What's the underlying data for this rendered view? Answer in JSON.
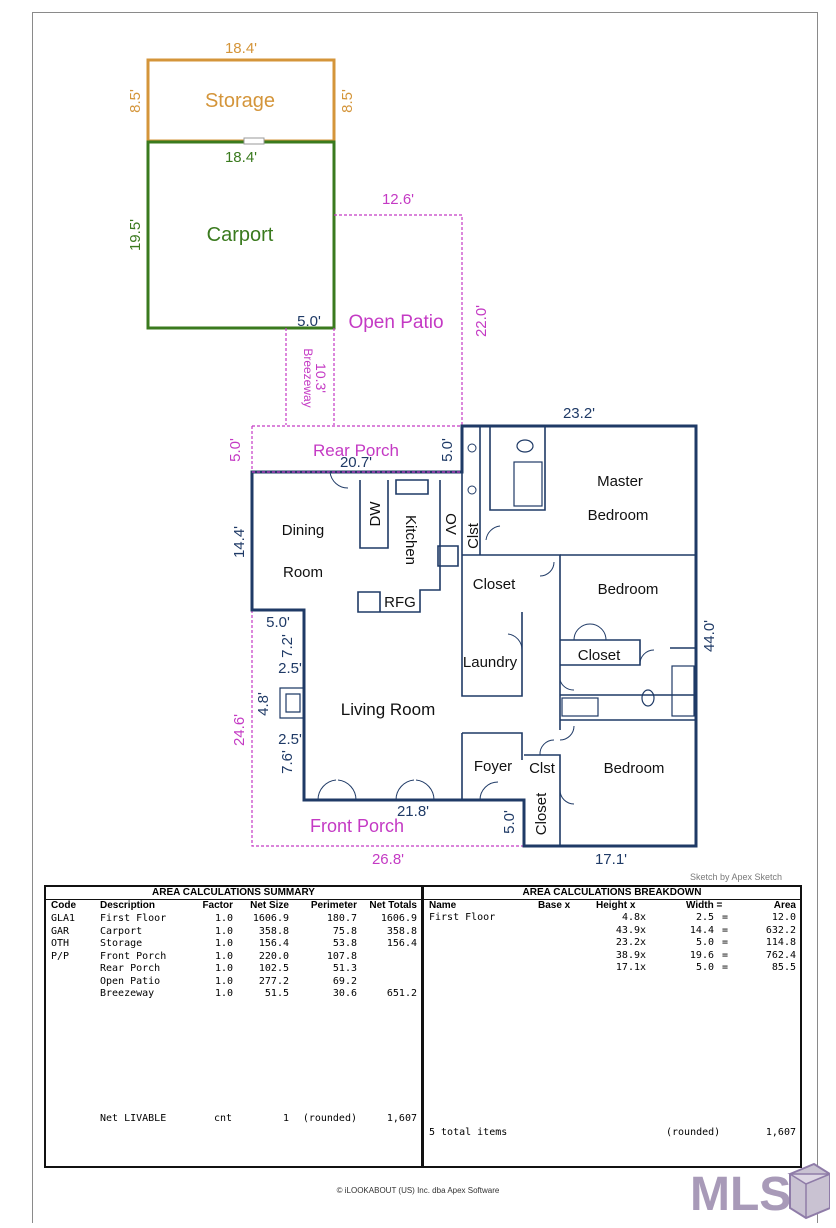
{
  "sketch": {
    "dims": {
      "storage_top": "18.4'",
      "storage_left": "8.5'",
      "storage_right": "8.5'",
      "carport_top": "18.4'",
      "carport_left": "19.5'",
      "breezeway_top": "5.0'",
      "breezeway_len": "10.3'",
      "patio_top": "12.6'",
      "patio_right": "22.0'",
      "porch_left": "5.0'",
      "porch_right": "5.0'",
      "porch_bottom": "20.7'",
      "house_top": "23.2'",
      "house_right": "44.0'",
      "dining_left": "14.4'",
      "step_5": "5.0'",
      "step_72": "7.2'",
      "step_25a": "2.5'",
      "fire_48": "4.8'",
      "step_25b": "2.5'",
      "step_76": "7.6'",
      "front_porch_left": "24.6'",
      "living_bottom": "21.8'",
      "front_step": "5.0'",
      "house_bottom": "17.1'",
      "front_porch_bottom": "26.8'"
    },
    "areas": {
      "storage": "Storage",
      "carport": "Carport",
      "open_patio": "Open Patio",
      "breezeway": "Breezeway",
      "rear_porch": "Rear Porch",
      "front_porch": "Front Porch"
    },
    "rooms": {
      "dining_1": "Dining",
      "dining_2": "Room",
      "dw": "DW",
      "kitchen": "Kitchen",
      "ov": "OV",
      "rfg": "RFG",
      "clst_1": "Clst",
      "closet_1": "Closet",
      "master_1": "Master",
      "master_2": "Bedroom",
      "bedroom_2": "Bedroom",
      "closet_2": "Closet",
      "laundry": "Laundry",
      "living": "Living Room",
      "foyer": "Foyer",
      "clst_2": "Clst",
      "closet_3": "Closet",
      "bedroom_3": "Bedroom"
    },
    "colors": {
      "storage": "#d4953a",
      "carport": "#3a7a1e",
      "magenta": "#c43ac4",
      "house": "#1f3a66"
    }
  },
  "credit": "Sketch by Apex Sketch",
  "summary": {
    "title": "AREA CALCULATIONS SUMMARY",
    "headers": [
      "Code",
      "Description",
      "Factor",
      "Net Size",
      "Perimeter",
      "Net Totals"
    ],
    "rows": [
      [
        "GLA1",
        "First Floor",
        "1.0",
        "1606.9",
        "180.7",
        "1606.9"
      ],
      [
        "GAR",
        "Carport",
        "1.0",
        "358.8",
        "75.8",
        "358.8"
      ],
      [
        "OTH",
        "Storage",
        "1.0",
        "156.4",
        "53.8",
        "156.4"
      ],
      [
        "P/P",
        "Front Porch",
        "1.0",
        "220.0",
        "107.8",
        ""
      ],
      [
        "",
        "Rear Porch",
        "1.0",
        "102.5",
        "51.3",
        ""
      ],
      [
        "",
        "Open Patio",
        "1.0",
        "277.2",
        "69.2",
        ""
      ],
      [
        "",
        "Breezeway",
        "1.0",
        "51.5",
        "30.6",
        "651.2"
      ]
    ],
    "net": [
      "Net LIVABLE",
      "cnt",
      "1",
      "(rounded)",
      "1,607"
    ]
  },
  "breakdown": {
    "title": "AREA CALCULATIONS BREAKDOWN",
    "headers": [
      "Name",
      "Base x",
      "Height x",
      "Width =",
      "Area"
    ],
    "name": "First Floor",
    "rows": [
      [
        "4.8",
        "x",
        "2.5",
        "=",
        "12.0"
      ],
      [
        "43.9",
        "x",
        "14.4",
        "=",
        "632.2"
      ],
      [
        "23.2",
        "x",
        "5.0",
        "=",
        "114.8"
      ],
      [
        "38.9",
        "x",
        "19.6",
        "=",
        "762.4"
      ],
      [
        "17.1",
        "x",
        "5.0",
        "=",
        "85.5"
      ]
    ],
    "total": [
      "5 total items",
      "(rounded)",
      "1,607"
    ]
  },
  "footer": "© iLOOKABOUT (US) Inc. dba Apex Software",
  "logo": {
    "text": "MLS",
    "colors": {
      "letters": "#a89ab8",
      "box": "#c9c2d2",
      "accent": "#8f7ca8"
    }
  }
}
